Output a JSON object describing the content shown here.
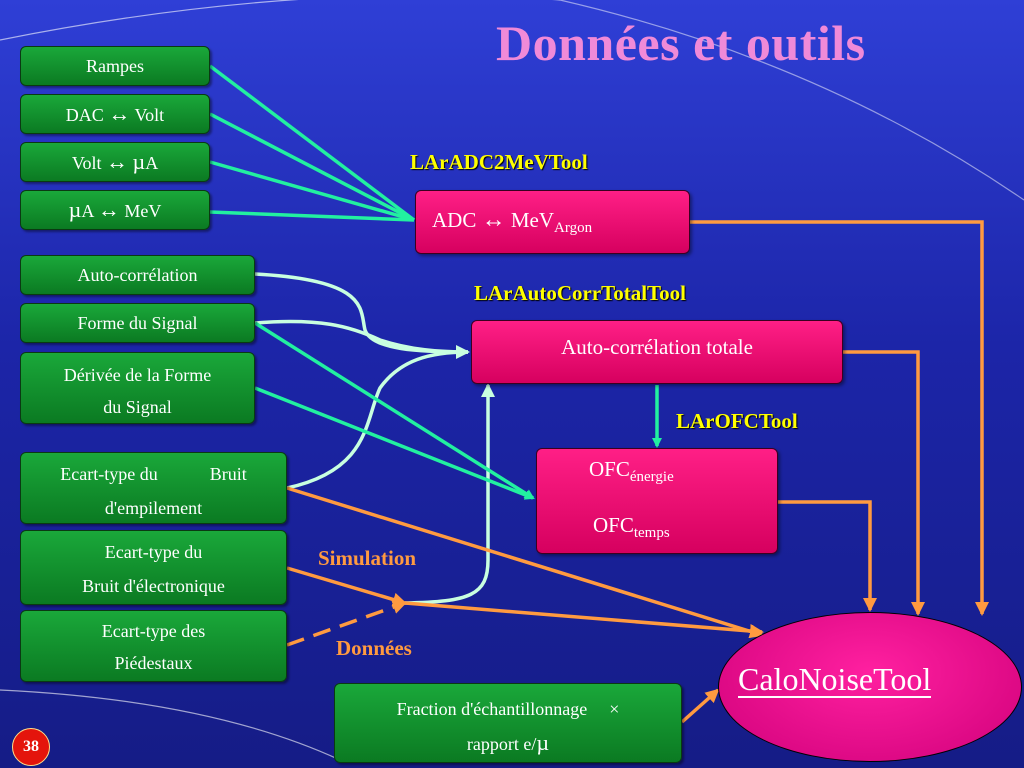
{
  "title": "Données et outils",
  "inputs": {
    "rampes": "Rampes",
    "dac_volt_a": "DAC",
    "dac_volt_b": "Volt",
    "volt_ua_a": "Volt",
    "volt_ua_b": "A",
    "ua_mev_a": "A",
    "ua_mev_b": "MeV",
    "auto_correlation": "Auto-corrélation",
    "forme_signal": "Forme du Signal",
    "derivee_1": "Dérivée de la Forme",
    "derivee_2": "du Signal",
    "empilement_1a": "Ecart-type du",
    "empilement_1b": "Bruit",
    "empilement_2": "d'empilement",
    "electronique_1": "Ecart-type du",
    "electronique_2": "Bruit d'électronique",
    "piedestaux_1": "Ecart-type des",
    "piedestaux_2": "Piédestaux",
    "fraction_1": "Fraction d'échantillonnage",
    "fraction_times": "×",
    "fraction_2": "rapport e/"
  },
  "symbols": {
    "arrow_lr": "↔",
    "mu": "µ"
  },
  "tools": {
    "adc2mev": "LArADC2MeVTool",
    "autocorr": "LArAutoCorrTotalTool",
    "ofc": "LArOFCTool"
  },
  "boxes": {
    "adc_a": "ADC",
    "adc_b": "MeV",
    "adc_sub": "Argon",
    "autocorr_total": "Auto-corrélation totale",
    "ofc": "OFC",
    "ofc_energie_sub": "énergie",
    "ofc_temps_sub": "temps"
  },
  "labels": {
    "simulation": "Simulation",
    "donnees": "Données"
  },
  "calonoise": "CaloNoiseTool",
  "page_number": "38",
  "colors": {
    "title": "#f08ad8",
    "tool": "#ffff00",
    "orange": "#ff9a40",
    "aqua": "#22f0a0",
    "mint": "#c8ffe0"
  }
}
